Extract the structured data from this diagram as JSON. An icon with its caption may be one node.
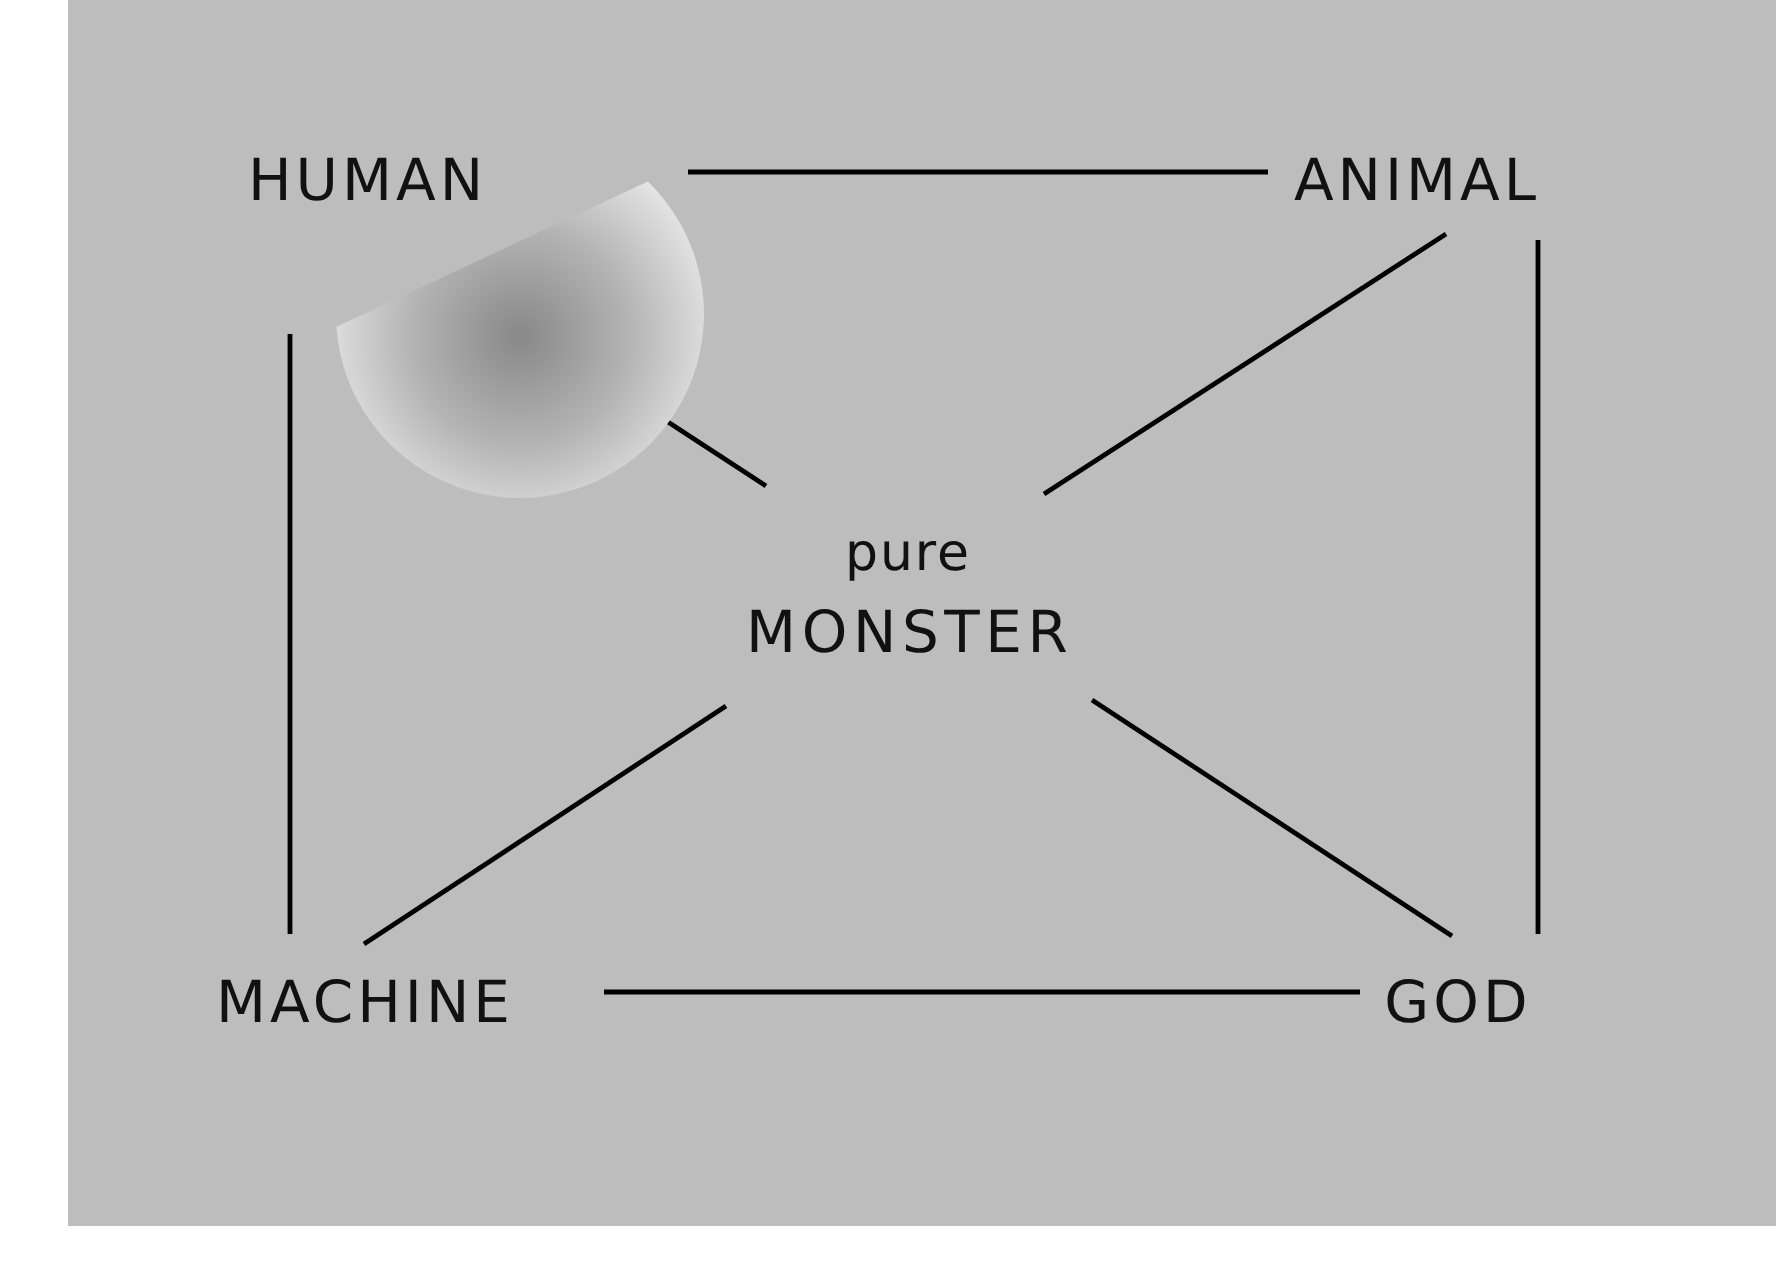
{
  "diagram": {
    "nodes": [
      {
        "text": [
          "HUMAN"
        ]
      },
      {
        "text": [
          "ANIMAL"
        ]
      },
      {
        "text": [
          "pure",
          "MONSTER"
        ]
      },
      {
        "text": [
          "MACHINE"
        ]
      },
      {
        "text": [
          "GOD"
        ]
      }
    ],
    "edges": [
      {
        "from": 0,
        "to": 1,
        "arrow": "none"
      },
      {
        "from": 0,
        "to": 2,
        "arrow": "none"
      },
      {
        "from": 1,
        "to": 2,
        "arrow": "none"
      },
      {
        "from": 0,
        "to": 3,
        "arrow": "none"
      },
      {
        "from": 1,
        "to": 4,
        "arrow": "none"
      },
      {
        "from": 3,
        "to": 2,
        "arrow": "none"
      },
      {
        "from": 4,
        "to": 2,
        "arrow": "none"
      },
      {
        "from": 3,
        "to": 4,
        "arrow": "none"
      }
    ]
  }
}
